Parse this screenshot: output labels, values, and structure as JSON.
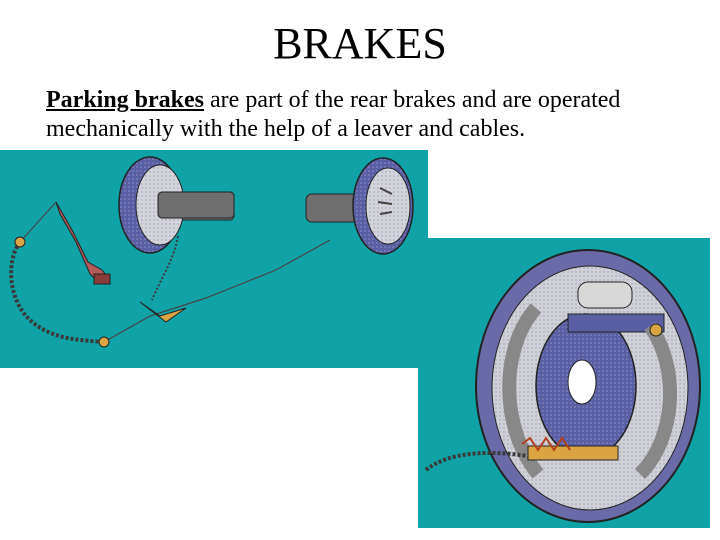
{
  "slide": {
    "title": "BRAKES",
    "body_term": "Parking brakes",
    "body_rest": " are part of the rear brakes and are operated mechanically with the help of a leaver and cables."
  },
  "colors": {
    "panel_background": "#0fa3a8",
    "drum_blue": "#5a5fa3",
    "drum_gray": "#c8c8d0",
    "cable_gold": "#d9a441",
    "cable_dark": "#3a3a3a"
  },
  "figures": {
    "system": "parking-brake-system-illustration",
    "drum": "rear-brake-drum-illustration"
  }
}
